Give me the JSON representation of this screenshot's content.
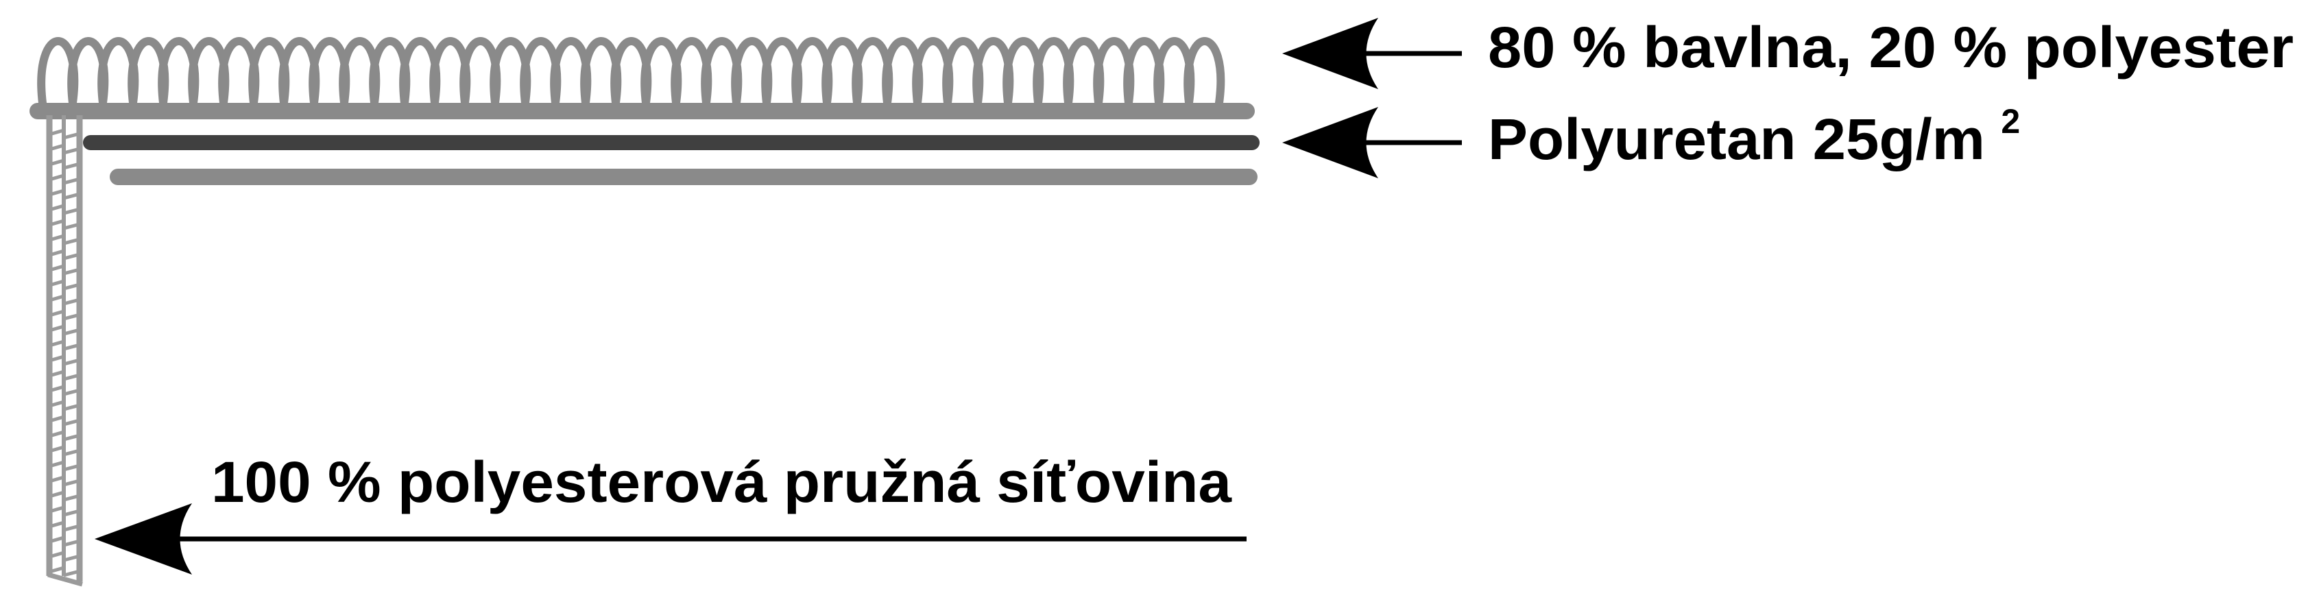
{
  "diagram": {
    "layers": [
      {
        "id": "cotton-layer",
        "label": "80 % bavlna, 20 % polyester"
      },
      {
        "id": "polyurethane-layer",
        "label_base": "Polyuretan 25g/m",
        "label_superscript": "2"
      },
      {
        "id": "mesh-layer",
        "label": "100 % polyesterová pružná síťovina"
      }
    ],
    "colors": {
      "fiber_gray": "#8a8a8a",
      "membrane_dark": "#404040",
      "mesh_gray": "#9a9a9a",
      "arrow_black": "#000000",
      "text_black": "#000000"
    }
  }
}
